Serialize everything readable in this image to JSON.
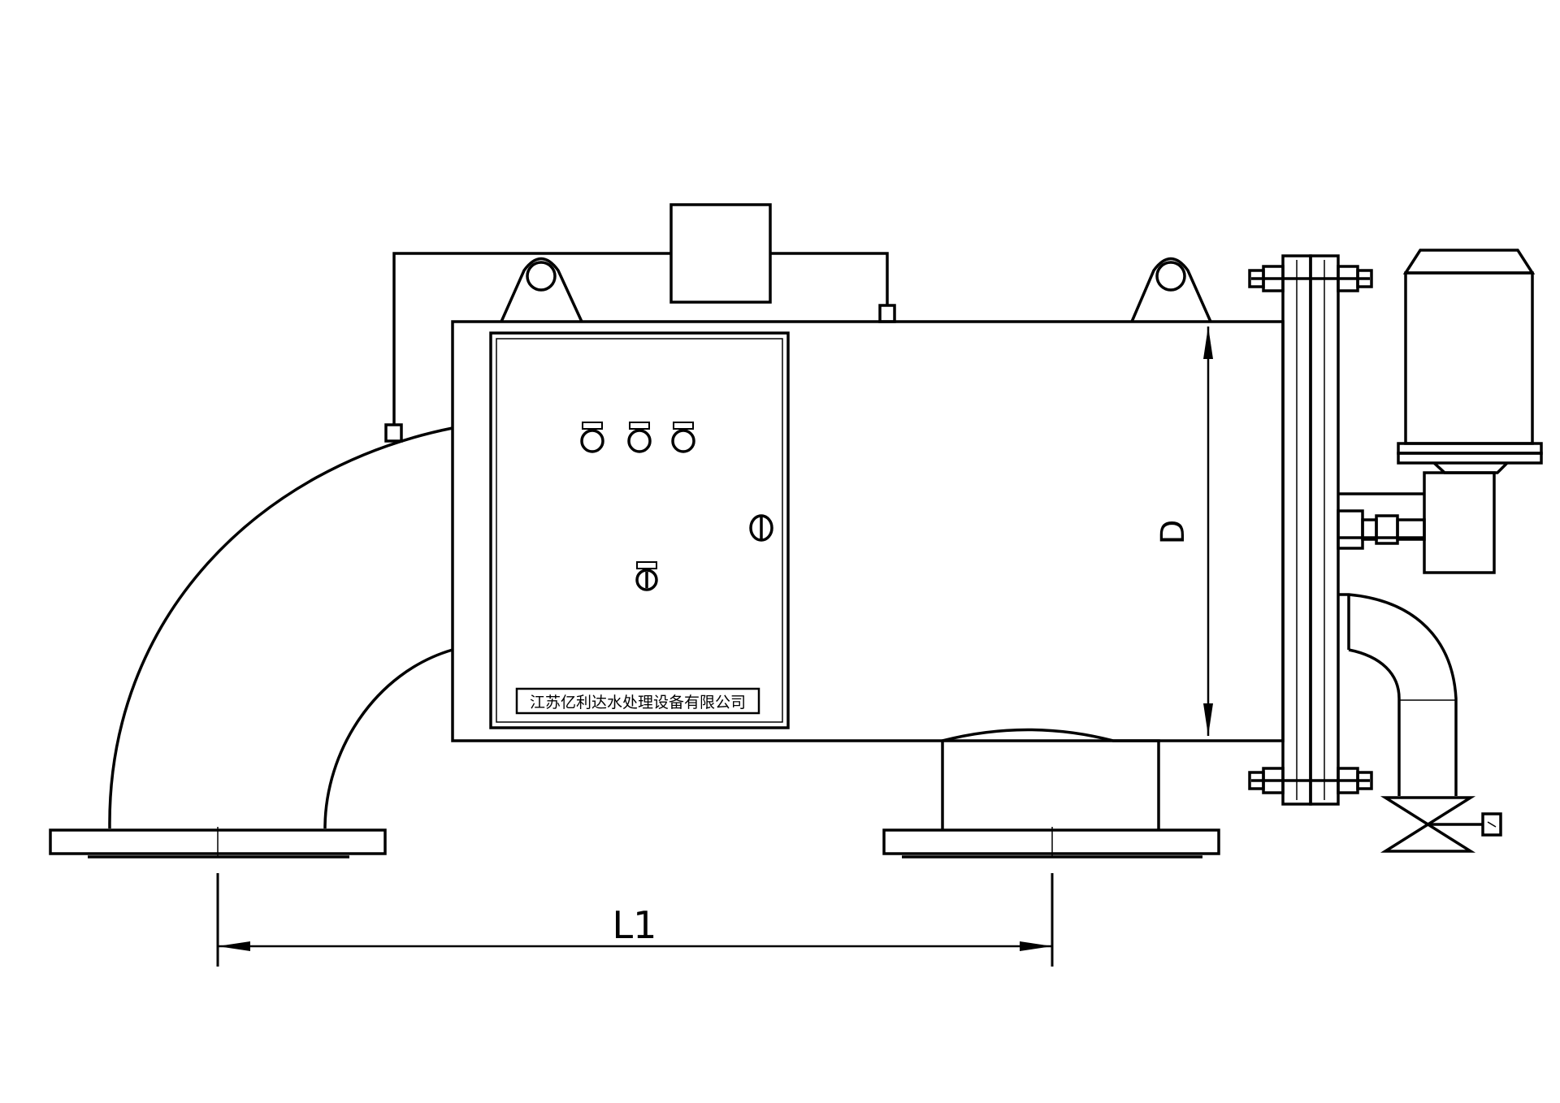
{
  "drawing": {
    "nameplate": "江苏亿利达水处理设备有限公司",
    "dim_length_label": "L1",
    "dim_diameter_label": "D"
  },
  "colors": {
    "line": "#000000",
    "background": "#ffffff"
  }
}
